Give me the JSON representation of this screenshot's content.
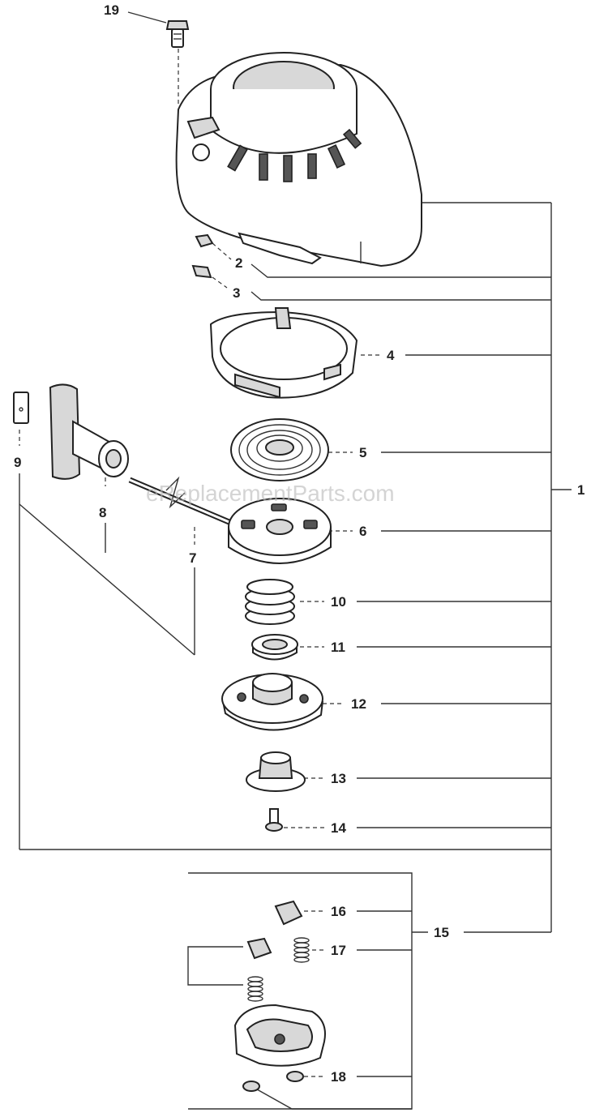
{
  "watermark": "eReplacementParts.com",
  "callouts": [
    {
      "id": "1",
      "text": "1"
    },
    {
      "id": "2",
      "text": "2"
    },
    {
      "id": "3",
      "text": "3"
    },
    {
      "id": "4",
      "text": "4"
    },
    {
      "id": "5",
      "text": "5"
    },
    {
      "id": "6",
      "text": "6"
    },
    {
      "id": "7",
      "text": "7"
    },
    {
      "id": "8",
      "text": "8"
    },
    {
      "id": "9",
      "text": "9"
    },
    {
      "id": "10",
      "text": "10"
    },
    {
      "id": "11",
      "text": "11"
    },
    {
      "id": "12",
      "text": "12"
    },
    {
      "id": "13",
      "text": "13"
    },
    {
      "id": "14",
      "text": "14"
    },
    {
      "id": "15",
      "text": "15"
    },
    {
      "id": "16",
      "text": "16"
    },
    {
      "id": "17",
      "text": "17"
    },
    {
      "id": "18",
      "text": "18"
    },
    {
      "id": "19",
      "text": "19"
    }
  ]
}
